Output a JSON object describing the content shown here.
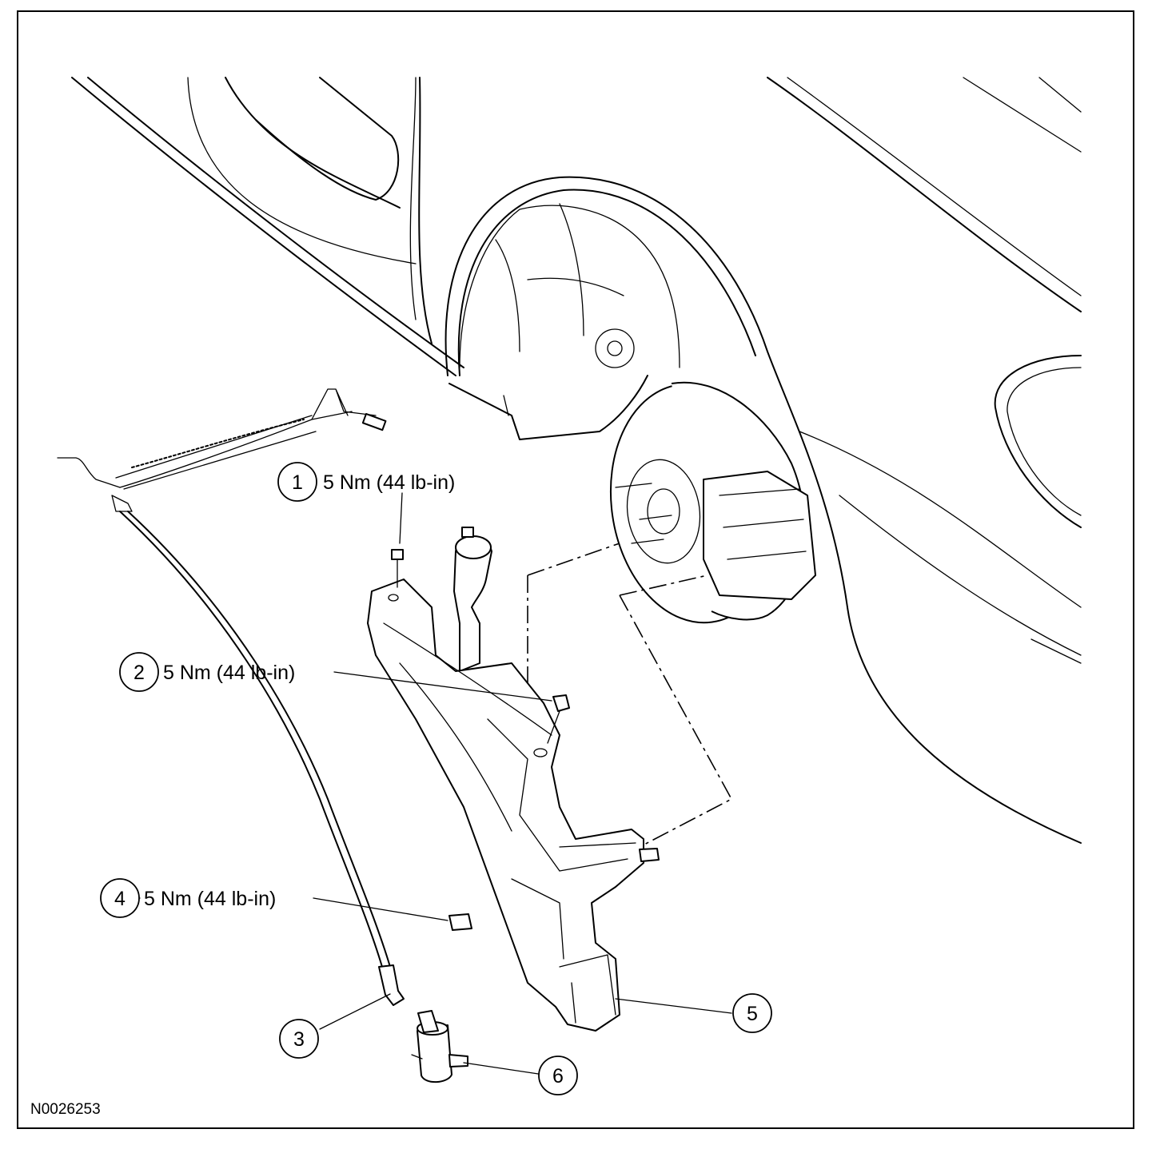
{
  "figure_id": "N0026253",
  "callouts": [
    {
      "id": "callout-1",
      "number": "1",
      "torque": "5 Nm (44 lb-in)"
    },
    {
      "id": "callout-2",
      "number": "2",
      "torque": "5 Nm (44 lb-in)"
    },
    {
      "id": "callout-3",
      "number": "3",
      "torque": ""
    },
    {
      "id": "callout-4",
      "number": "4",
      "torque": "5 Nm (44 lb-in)"
    },
    {
      "id": "callout-5",
      "number": "5",
      "torque": ""
    },
    {
      "id": "callout-6",
      "number": "6",
      "torque": ""
    }
  ]
}
